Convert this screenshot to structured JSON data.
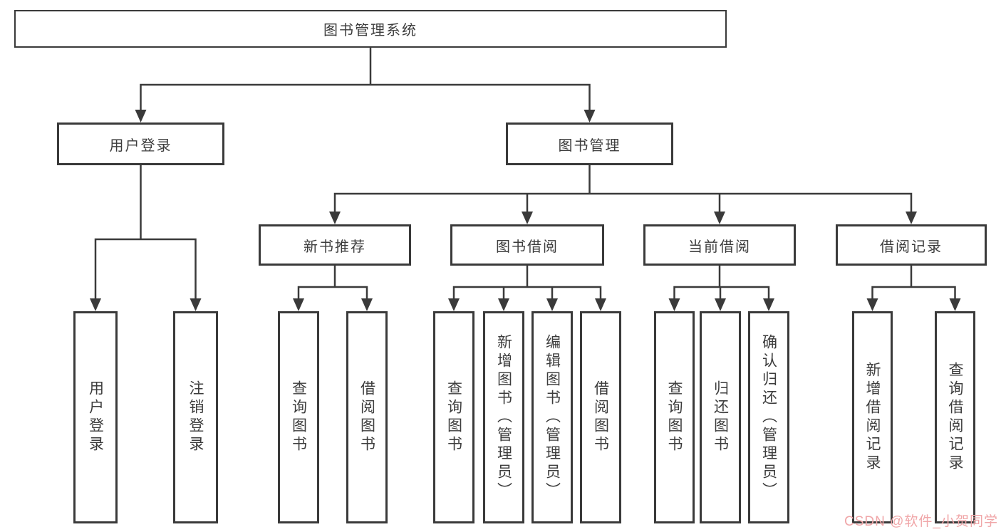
{
  "diagram": {
    "root": {
      "label": "图书管理系统"
    },
    "branches": [
      {
        "label": "用户登录",
        "children": [
          {
            "label": "用户登录"
          },
          {
            "label": "注销登录"
          }
        ]
      },
      {
        "label": "图书管理",
        "children": [
          {
            "label": "新书推荐",
            "children": [
              {
                "label": "查询图书"
              },
              {
                "label": "借阅图书"
              }
            ]
          },
          {
            "label": "图书借阅",
            "children": [
              {
                "label": "查询图书"
              },
              {
                "label": "新增图书（管理员）"
              },
              {
                "label": "编辑图书（管理员）"
              },
              {
                "label": "借阅图书"
              }
            ]
          },
          {
            "label": "当前借阅",
            "children": [
              {
                "label": "查询图书"
              },
              {
                "label": "归还图书"
              },
              {
                "label": "确认归还（管理员）"
              }
            ]
          },
          {
            "label": "借阅记录",
            "children": [
              {
                "label": "新增借阅记录"
              },
              {
                "label": "查询借阅记录"
              }
            ]
          }
        ]
      }
    ]
  },
  "watermark": {
    "text": "CSDN @软件_小贺同学",
    "color": "#f0a6a8"
  },
  "colors": {
    "line": "#3a3a3a",
    "box_border": "#3a3a3a",
    "text": "#3c3c3c",
    "background": "#ffffff"
  }
}
